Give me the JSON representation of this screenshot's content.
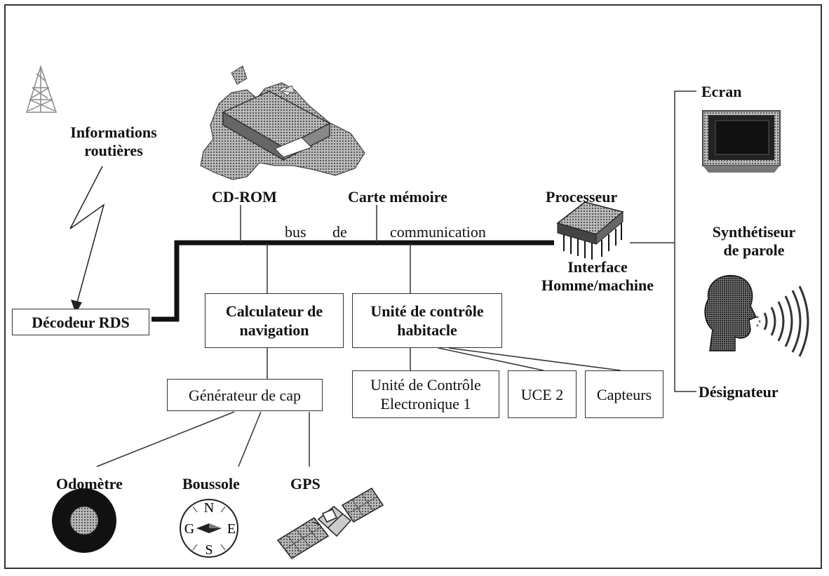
{
  "labels": {
    "info_line1": "Informations",
    "info_line2": "routières",
    "cdrom": "CD-ROM",
    "carte_memoire": "Carte mémoire",
    "processeur": "Processeur",
    "bus": "bus",
    "de": "de",
    "communication": "communication",
    "interface_line1": "Interface",
    "interface_line2": "Homme/machine",
    "ecran": "Ecran",
    "synth_line1": "Synthétiseur",
    "synth_line2": "de parole",
    "designateur": "Désignateur",
    "odometre": "Odomètre",
    "boussole": "Boussole",
    "gps": "GPS",
    "compass_n": "N",
    "compass_s": "S",
    "compass_e": "E",
    "compass_o": "G"
  },
  "boxes": {
    "decodeur": "Décodeur RDS",
    "calc_line1": "Calculateur de",
    "calc_line2": "navigation",
    "uch_line1": "Unité de contrôle",
    "uch_line2": "habitacle",
    "generateur": "Générateur de cap",
    "uce1_line1": "Unité de Contrôle",
    "uce1_line2": "Electronique 1",
    "uce2": "UCE 2",
    "capteurs": "Capteurs"
  },
  "icons": [
    "radio-tower-icon",
    "europe-map-icon",
    "cd-drive-icon",
    "processor-chip-icon",
    "screen-icon",
    "speaking-head-icon",
    "odometer-wheel-icon",
    "compass-icon",
    "satellite-icon"
  ]
}
